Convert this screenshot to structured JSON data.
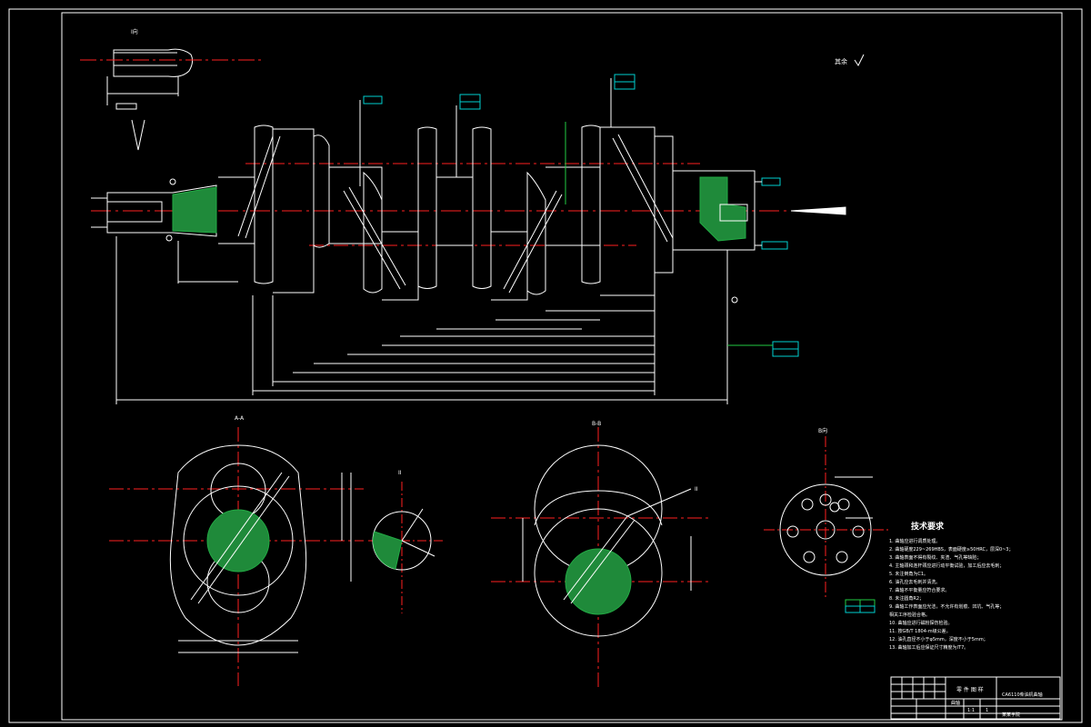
{
  "drawing": {
    "view_labels": {
      "detail_top": "I向",
      "section_a": "A-A",
      "section_b": "B-B",
      "detail_ii": "II",
      "detail_right": "B向",
      "section_ii_mark": "II"
    },
    "roughness_note": "其余",
    "tech_title": "技术要求",
    "tech_items": [
      "1. 曲轴应进行调质处理。",
      "2. 曲轴硬度229~269HBS，表面硬度≥50HRC，层深0~3；",
      "3. 曲轴表面不得有裂纹、夹渣、气孔等缺陷；",
      "4. 主轴颈和连杆颈应进行动平衡试验，加工后应去毛刺；",
      "5. 未注倒角为C1。",
      "6. 油孔应去毛刺并清洗。",
      "7. 曲轴不平衡量应符合要求。",
      "8. 未注圆角R2；",
      "9. 曲轴工作表面应光洁，不允许有划痕、凹坑、气孔等；",
      "   相关工序检验合格。",
      "10. 曲轴应进行磁粉探伤检验。",
      "11. 按GB/T 1804-m级公差。",
      "12. 油孔直径不小于φ5mm，深度不小于5mm；",
      "13. 曲轴加工后应保证尺寸精度为IT7。"
    ],
    "title_block": {
      "part_name": "曲轴",
      "center_label": "零 件 图 样",
      "school": "某某学院",
      "drawing_no": "CA6110柴油机曲轴",
      "scale": "1:1",
      "sheet": "1"
    },
    "colors": {
      "background": "#000000",
      "outline": "#ffffff",
      "centerline": "#ff2020",
      "dimension": "#ffffff",
      "hatch": "#22aa44",
      "blue_text": "#2a6cff",
      "cyan_frame": "#00d0d0",
      "magenta": "#ff40ff",
      "green_text": "#22cc44"
    }
  }
}
